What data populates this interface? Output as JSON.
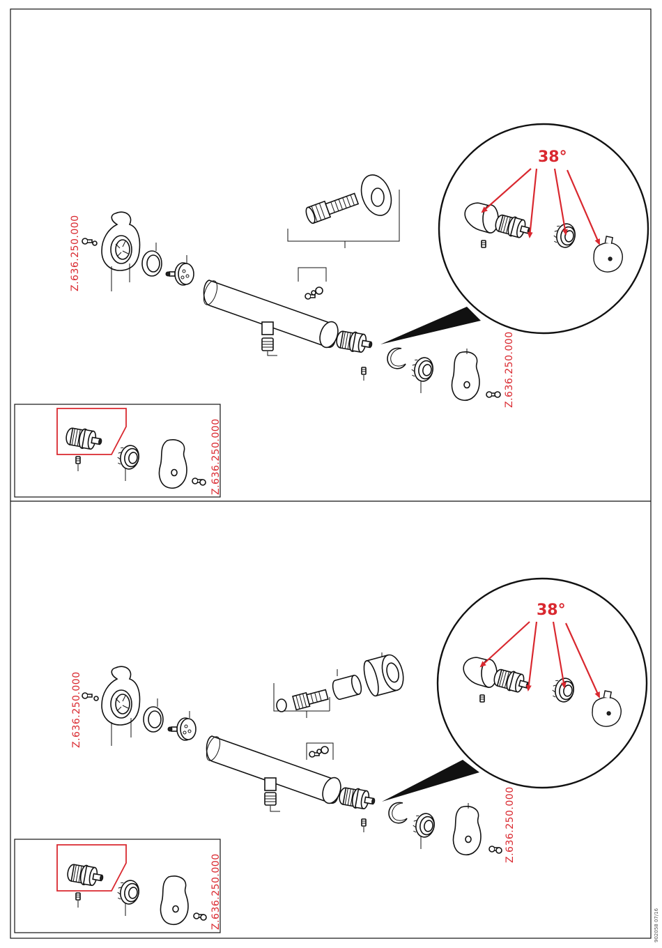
{
  "part_codes": {
    "top_left_handle": "Z.636.250.000",
    "top_right_handle": "Z.636.250.000",
    "top_inset": "Z.636.250.000",
    "bottom_left_handle": "Z.636.250.000",
    "bottom_right_handle": "Z.636.250.000",
    "bottom_inset": "Z.636.250.000"
  },
  "detail_angle": {
    "top": "38°",
    "bottom": "38°"
  },
  "document_reference": "902058 07/16",
  "colors": {
    "accent": "#d9282f",
    "line": "#111111",
    "background": "#ffffff"
  }
}
